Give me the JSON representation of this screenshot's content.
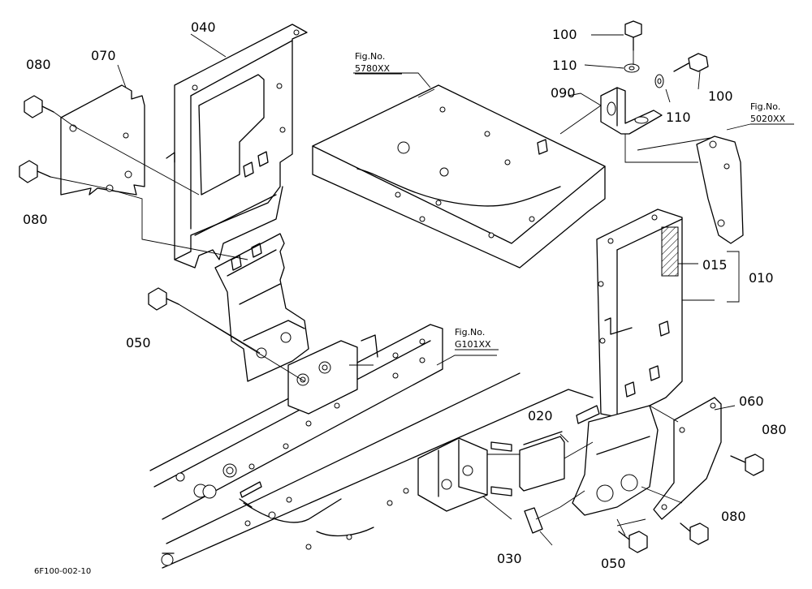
{
  "diagram": {
    "drawing_code": "6F100-002-10",
    "callouts": [
      {
        "id": "040",
        "label": "040"
      },
      {
        "id": "070",
        "label": "070"
      },
      {
        "id": "080a",
        "label": "080"
      },
      {
        "id": "080b",
        "label": "080"
      },
      {
        "id": "050a",
        "label": "050"
      },
      {
        "id": "100a",
        "label": "100"
      },
      {
        "id": "110a",
        "label": "110"
      },
      {
        "id": "090",
        "label": "090"
      },
      {
        "id": "110b",
        "label": "110"
      },
      {
        "id": "100b",
        "label": "100"
      },
      {
        "id": "015",
        "label": "015"
      },
      {
        "id": "010",
        "label": "010"
      },
      {
        "id": "060",
        "label": "060"
      },
      {
        "id": "080c",
        "label": "080"
      },
      {
        "id": "020",
        "label": "020"
      },
      {
        "id": "080d",
        "label": "080"
      },
      {
        "id": "030",
        "label": "030"
      },
      {
        "id": "050b",
        "label": "050"
      }
    ],
    "figure_refs": [
      {
        "id": "fig5780",
        "line1": "Fig.No.",
        "line2": "5780XX"
      },
      {
        "id": "fig5020",
        "line1": "Fig.No.",
        "line2": "5020XX"
      },
      {
        "id": "figG101",
        "line1": "Fig.No.",
        "line2": "G101XX"
      }
    ]
  }
}
